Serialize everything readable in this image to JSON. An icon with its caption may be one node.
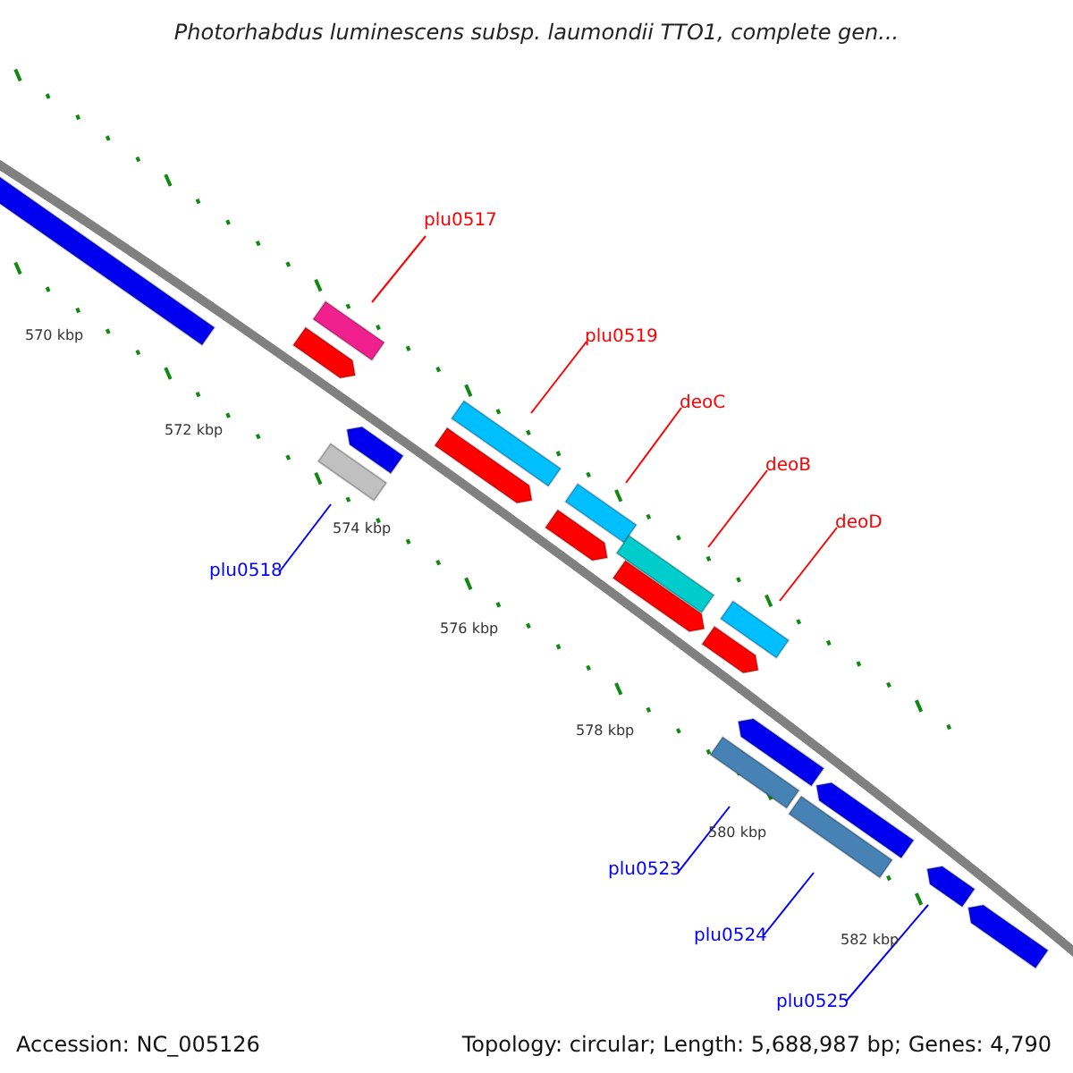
{
  "diagram": {
    "title": "Photorhabdus luminescens subsp. laumondii TTO1, complete gen...",
    "nodes": [
      {
        "text": [],
        "shape": "bar"
      },
      {
        "text": [],
        "shape": "bar"
      },
      {
        "text": [],
        "shape": "bar"
      },
      {
        "text": [],
        "shape": "bar"
      },
      {
        "text": [],
        "shape": "bar"
      },
      {
        "text": [],
        "shape": "bar"
      },
      {
        "text": [],
        "shape": "bar"
      },
      {
        "text": [],
        "shape": "bar"
      },
      {
        "text": [],
        "shape": "bar"
      },
      {
        "text": [],
        "shape": "bar"
      },
      {
        "text": [],
        "shape": "bar"
      },
      {
        "text": [],
        "shape": "bar"
      },
      {
        "text": [],
        "shape": "bar"
      },
      {
        "text": [],
        "shape": "bar"
      },
      {
        "text": [],
        "shape": "bar"
      },
      {
        "text": [],
        "shape": "bar"
      },
      {
        "text": [],
        "shape": "bar"
      },
      {
        "text": [],
        "shape": "bar"
      },
      {
        "text": [
          "plu0517"
        ]
      },
      {
        "text": [
          "plu0519"
        ]
      },
      {
        "text": [
          "deoC"
        ]
      },
      {
        "text": [
          "deoB"
        ]
      },
      {
        "text": [
          "deoD"
        ]
      },
      {
        "text": [
          "plu0518"
        ]
      },
      {
        "text": [
          "plu0523"
        ]
      },
      {
        "text": [
          "plu0524"
        ]
      },
      {
        "text": [
          "plu0525"
        ]
      },
      {
        "text": [],
        "shape": "bar"
      }
    ],
    "edges": [
      {
        "from": 18,
        "to": 1,
        "arrow": "none"
      },
      {
        "from": 19,
        "to": 5,
        "arrow": "none"
      },
      {
        "from": 20,
        "to": 7,
        "arrow": "none"
      },
      {
        "from": 21,
        "to": 9,
        "arrow": "none"
      },
      {
        "from": 22,
        "to": 11,
        "arrow": "none"
      },
      {
        "from": 23,
        "to": 4,
        "arrow": "none",
        "color": "#0000ff"
      },
      {
        "from": 24,
        "to": 13,
        "arrow": "none",
        "color": "#0000ff"
      },
      {
        "from": 25,
        "to": 14,
        "arrow": "none",
        "color": "#0000ff"
      },
      {
        "from": 26,
        "to": 17,
        "arrow": "none",
        "color": "#0000ff"
      }
    ],
    "labels": [
      "570 kbp",
      "572 kbp",
      "574 kbp",
      "576 kbp",
      "578 kbp",
      "580 kbp",
      "582 kbp",
      "Accession: NC_005126",
      "Topology: circular; Length: 5,688,987 bp; Genes: 4,790"
    ]
  }
}
